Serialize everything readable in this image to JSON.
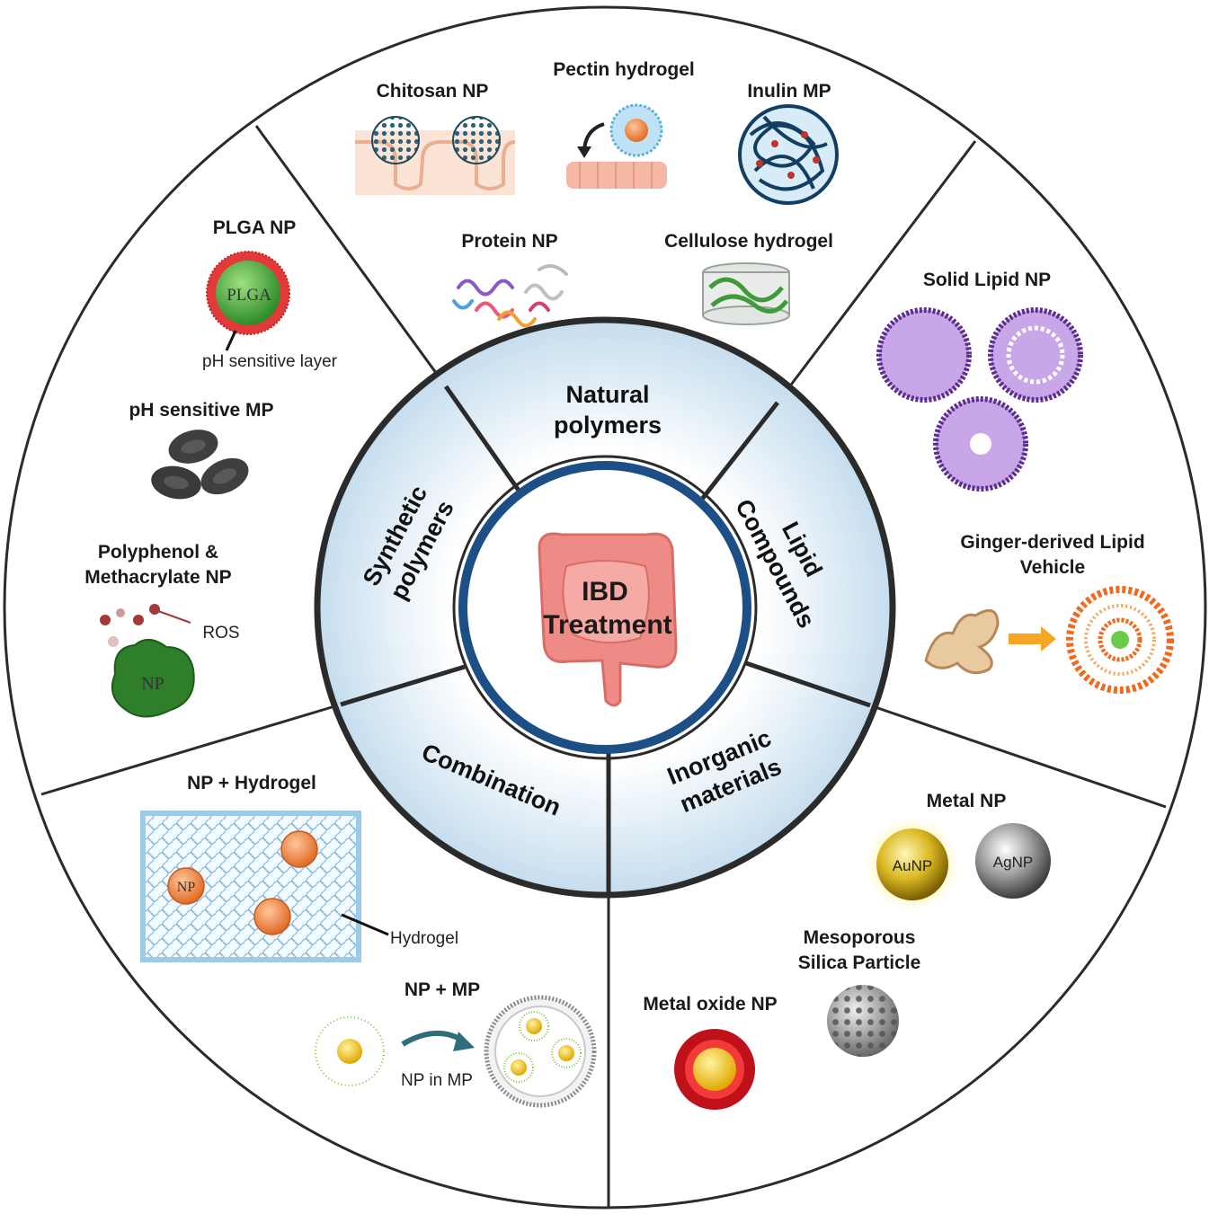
{
  "center": {
    "line1": "IBD",
    "line2": "Treatment"
  },
  "categories": {
    "natural": {
      "line1": "Natural",
      "line2": "polymers"
    },
    "lipid": {
      "line1": "Lipid",
      "line2": "Compounds"
    },
    "inorganic": {
      "line1": "Inorganic",
      "line2": "materials"
    },
    "combination": {
      "line1": "Combination"
    },
    "synthetic": {
      "line1": "Synthetic",
      "line2": "polymers"
    }
  },
  "natural_items": {
    "chitosan": "Chitosan NP",
    "pectin": "Pectin hydrogel",
    "inulin": "Inulin MP",
    "protein": "Protein NP",
    "cellulose": "Cellulose hydrogel"
  },
  "lipid_items": {
    "solid_lipid": "Solid Lipid NP",
    "ginger_line1": "Ginger-derived Lipid",
    "ginger_line2": "Vehicle"
  },
  "inorganic_items": {
    "metal_np": "Metal NP",
    "aunp": "AuNP",
    "agnp": "AgNP",
    "mesoporous_line1": "Mesoporous",
    "mesoporous_line2": "Silica Particle",
    "metal_oxide": "Metal oxide NP"
  },
  "combination_items": {
    "np_hydrogel": "NP + Hydrogel",
    "np_label": "NP",
    "hydrogel_label": "Hydrogel",
    "np_mp": "NP + MP",
    "np_in_mp": "NP in MP"
  },
  "synthetic_items": {
    "plga_np": "PLGA NP",
    "plga_core": "PLGA",
    "ph_layer": "pH sensitive layer",
    "ph_mp": "pH sensitive MP",
    "polyphenol_line1": "Polyphenol &",
    "polyphenol_line2": "Methacrylate NP",
    "ros": "ROS",
    "np_core": "NP"
  },
  "colors": {
    "ring_fill": "#d7e8f3",
    "ring_stroke": "#2b2b2b",
    "inner_ring": "#1c4f86",
    "gut": "#ee8b86"
  }
}
